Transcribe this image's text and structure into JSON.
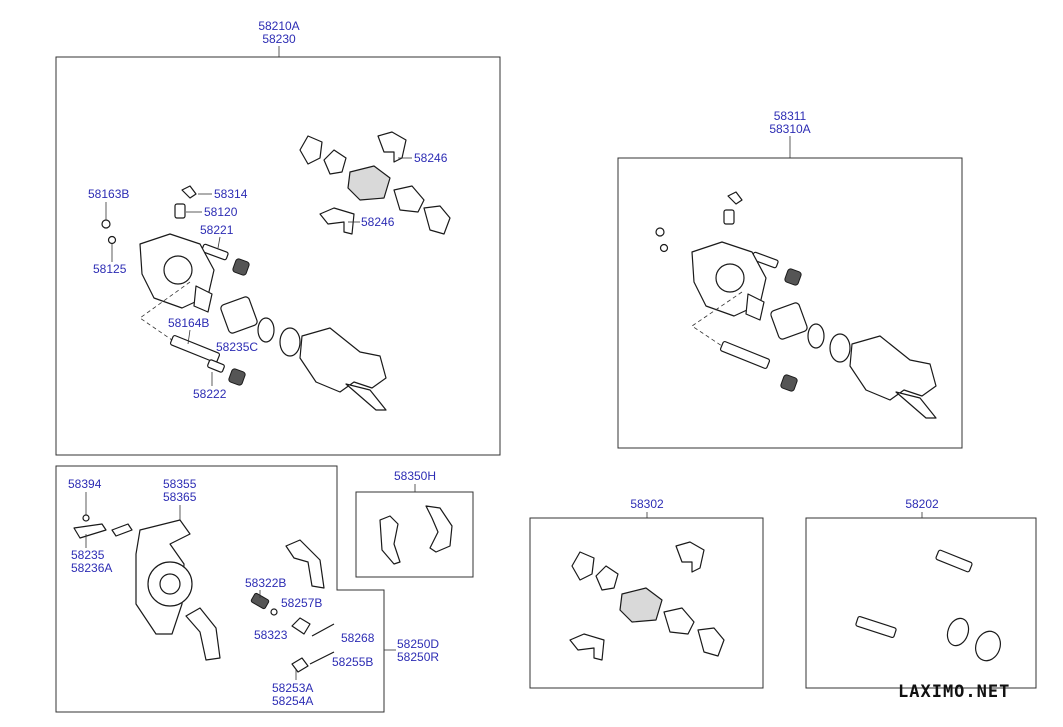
{
  "diagram": {
    "groups": {
      "caliper_assembly": {
        "labels": [
          "58210A",
          "58230"
        ]
      },
      "caliper_kit": {
        "labels": [
          "58311",
          "58310A"
        ]
      },
      "parking_brake": {
        "labels": [
          "58250D",
          "58250R"
        ]
      },
      "shoe_set": {
        "labels": [
          "58350H"
        ]
      },
      "pad_kit": {
        "labels": [
          "58302"
        ]
      },
      "bolt_kit": {
        "labels": [
          "58202"
        ]
      }
    },
    "parts": {
      "p58246a": "58246",
      "p58246b": "58246",
      "p58163b": "58163B",
      "p58314": "58314",
      "p58120": "58120",
      "p58221": "58221",
      "p58125": "58125",
      "p58164b": "58164B",
      "p58235c": "58235C",
      "p58222": "58222",
      "p58394": "58394",
      "p58355": "58355",
      "p58365": "58365",
      "p58235": "58235",
      "p58236a": "58236A",
      "p58322b": "58322B",
      "p58257b": "58257B",
      "p58323": "58323",
      "p58268": "58268",
      "p58255b": "58255B",
      "p58253a": "58253A",
      "p58254a": "58254A"
    },
    "watermark": "LAXIMO.NET",
    "colors": {
      "label": "#2d2db4",
      "line": "#333333"
    }
  }
}
